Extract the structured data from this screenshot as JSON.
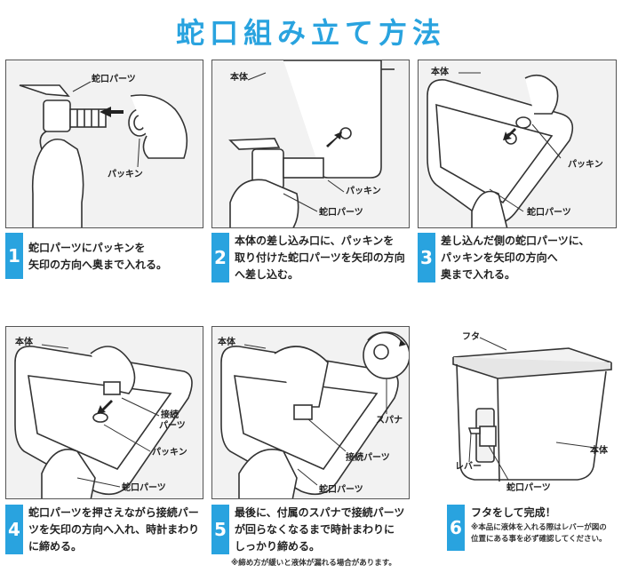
{
  "title": "蛇口組み立て方法",
  "steps": [
    {
      "number": "1",
      "lines": [
        "蛇口パーツにパッキンを",
        "矢印の方向へ奥まで入れる。"
      ],
      "callouts": [
        "蛇口パーツ",
        "パッキン"
      ]
    },
    {
      "number": "2",
      "lines": [
        "本体の差し込み口に、パッキンを",
        "取り付けた蛇口パーツを矢印の方向",
        "へ差し込む。"
      ],
      "callouts": [
        "本体",
        "パッキン",
        "蛇口パーツ"
      ]
    },
    {
      "number": "3",
      "lines": [
        "差し込んだ側の蛇口パーツに、",
        "パッキンを矢印の方向へ",
        "奥まで入れる。"
      ],
      "callouts": [
        "本体",
        "パッキン",
        "蛇口パーツ"
      ]
    },
    {
      "number": "4",
      "lines": [
        "蛇口パーツを押さえながら接続パー",
        "ツを矢印の方向へ入れ、時計まわり",
        "に締める。"
      ],
      "callouts": [
        "本体",
        "接続",
        "パーツ",
        "パッキン",
        "蛇口パーツ"
      ]
    },
    {
      "number": "5",
      "lines": [
        "最後に、付属のスパナで接続パーツ",
        "が回らなくなるまで時計まわりに",
        "しっかり締める。"
      ],
      "note": "※締め方が緩いと液体が漏れる場合があります。",
      "callouts": [
        "本体",
        "スパナ",
        "接続パーツ",
        "蛇口パーツ"
      ]
    },
    {
      "number": "6",
      "lines": [
        "フタをして完成！"
      ],
      "note_lines": [
        "※本品に液体を入れる際はレバーが図の",
        "位置にある事を必ず確認してください。"
      ],
      "callouts": [
        "フタ",
        "本体",
        "レバー",
        "蛇口パーツ"
      ]
    }
  ],
  "colors": {
    "accent": "#29a3df",
    "panel_bg": "#f2f2f2",
    "line": "#333333"
  }
}
